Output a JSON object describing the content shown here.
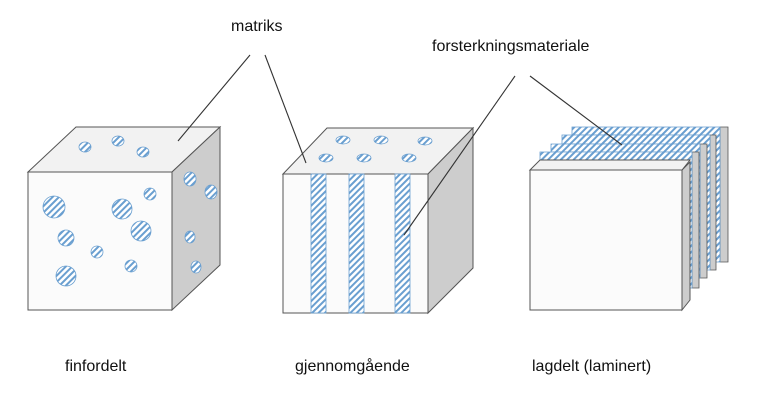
{
  "labels": {
    "matrix": "matriks",
    "reinforcement": "forsterkningsmateriale"
  },
  "captions": {
    "particulate": "finfordelt",
    "continuous": "gjennomgående",
    "layered": "lagdelt (laminert)"
  },
  "colors": {
    "face_front": "#fbfbfb",
    "face_top": "#f2f2f2",
    "face_side": "#cdcdcd",
    "edge": "#555555",
    "hatch_background": "#ffffff",
    "hatch_stroke": "#6a9fd0",
    "leader_line": "#333333"
  }
}
